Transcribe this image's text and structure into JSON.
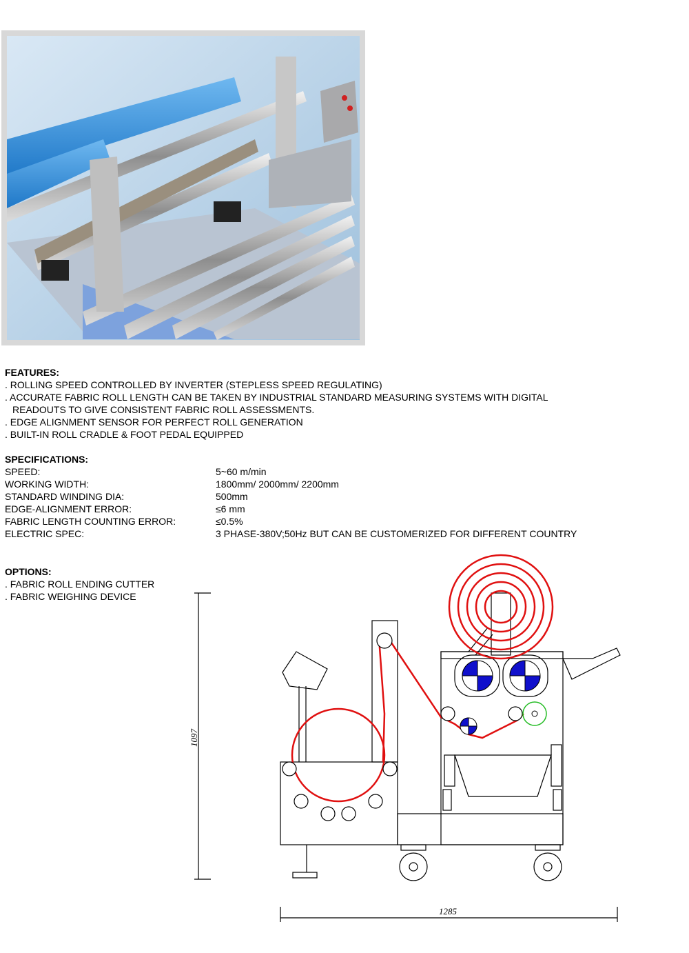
{
  "features": {
    "heading": "FEATURES:",
    "items": [
      ". ROLLING SPEED CONTROLLED BY INVERTER (STEPLESS SPEED REGULATING)",
      ". ACCURATE FABRIC ROLL LENGTH CAN BE TAKEN BY INDUSTRIAL STANDARD MEASURING SYSTEMS WITH DIGITAL",
      "READOUTS TO GIVE CONSISTENT FABRIC ROLL ASSESSMENTS.",
      ". EDGE ALIGNMENT SENSOR FOR PERFECT ROLL GENERATION",
      ". BUILT-IN ROLL CRADLE & FOOT PEDAL EQUIPPED"
    ]
  },
  "specifications": {
    "heading": "SPECIFICATIONS:",
    "rows": [
      {
        "label": "SPEED:",
        "value": "5~60 m/min"
      },
      {
        "label": "WORKING WIDTH:",
        "value": "1800mm/ 2000mm/ 2200mm"
      },
      {
        "label": "STANDARD WINDING DIA:",
        "value": "500mm"
      },
      {
        "label": "EDGE-ALIGNMENT ERROR:",
        "value": "≤6 mm"
      },
      {
        "label": "FABRIC LENGTH COUNTING ERROR:",
        "value": "≤0.5%"
      },
      {
        "label": "ELECTRIC SPEC:",
        "value": "3 PHASE-380V;50Hz BUT CAN BE CUSTOMERIZED FOR DIFFERENT COUNTRY"
      }
    ]
  },
  "options": {
    "heading": "OPTIONS:",
    "items": [
      ". FABRIC ROLL ENDING CUTTER",
      ". FABRIC WEIGHING DEVICE"
    ]
  },
  "drawing": {
    "height_dim": "1097",
    "width_dim": "1285",
    "colors": {
      "fabric": "#e01010",
      "roller_fill": "#1010cc",
      "sensor": "#22bb22",
      "guide_mark": "#00c0e0"
    }
  }
}
